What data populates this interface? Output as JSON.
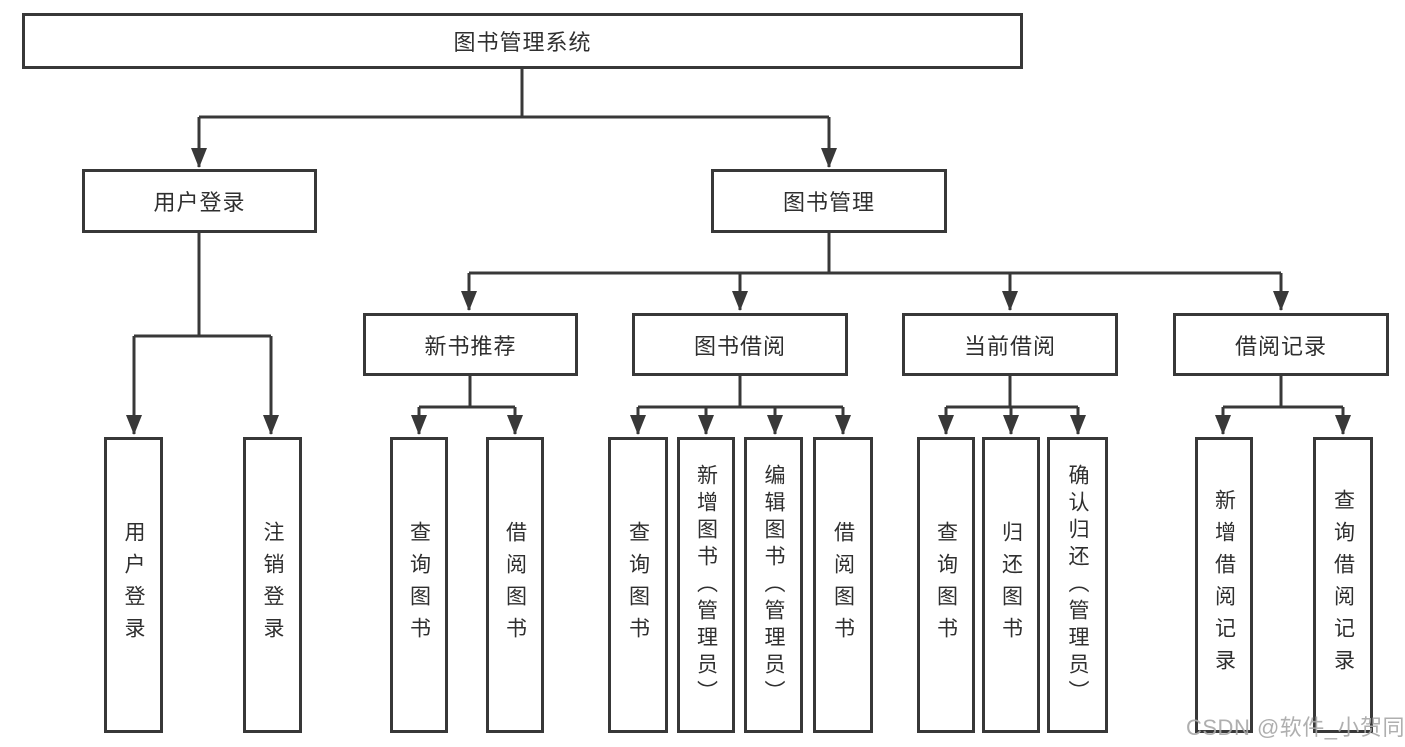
{
  "tree": {
    "root": {
      "label": "图书管理系统"
    },
    "branches": [
      {
        "label": "用户登录",
        "leaves": [
          {
            "label": "用户登录"
          },
          {
            "label": "注销登录"
          }
        ]
      },
      {
        "label": "图书管理",
        "sections": [
          {
            "label": "新书推荐",
            "leaves": [
              {
                "label": "查询图书"
              },
              {
                "label": "借阅图书"
              }
            ]
          },
          {
            "label": "图书借阅",
            "leaves": [
              {
                "label": "查询图书"
              },
              {
                "label": "新增图书（管理员）"
              },
              {
                "label": "编辑图书（管理员）"
              },
              {
                "label": "借阅图书"
              }
            ]
          },
          {
            "label": "当前借阅",
            "leaves": [
              {
                "label": "查询图书"
              },
              {
                "label": "归还图书"
              },
              {
                "label": "确认归还（管理员）"
              }
            ]
          },
          {
            "label": "借阅记录",
            "leaves": [
              {
                "label": "新增借阅记录"
              },
              {
                "label": "查询借阅记录"
              }
            ]
          }
        ]
      }
    ]
  },
  "watermark": {
    "text": "CSDN @软件_小贺同学"
  },
  "colors": {
    "line": "#383838",
    "box_border": "#383838",
    "text": "#2f2f2f",
    "box_background": "#ffffff",
    "watermark": "#a8a8a8"
  }
}
